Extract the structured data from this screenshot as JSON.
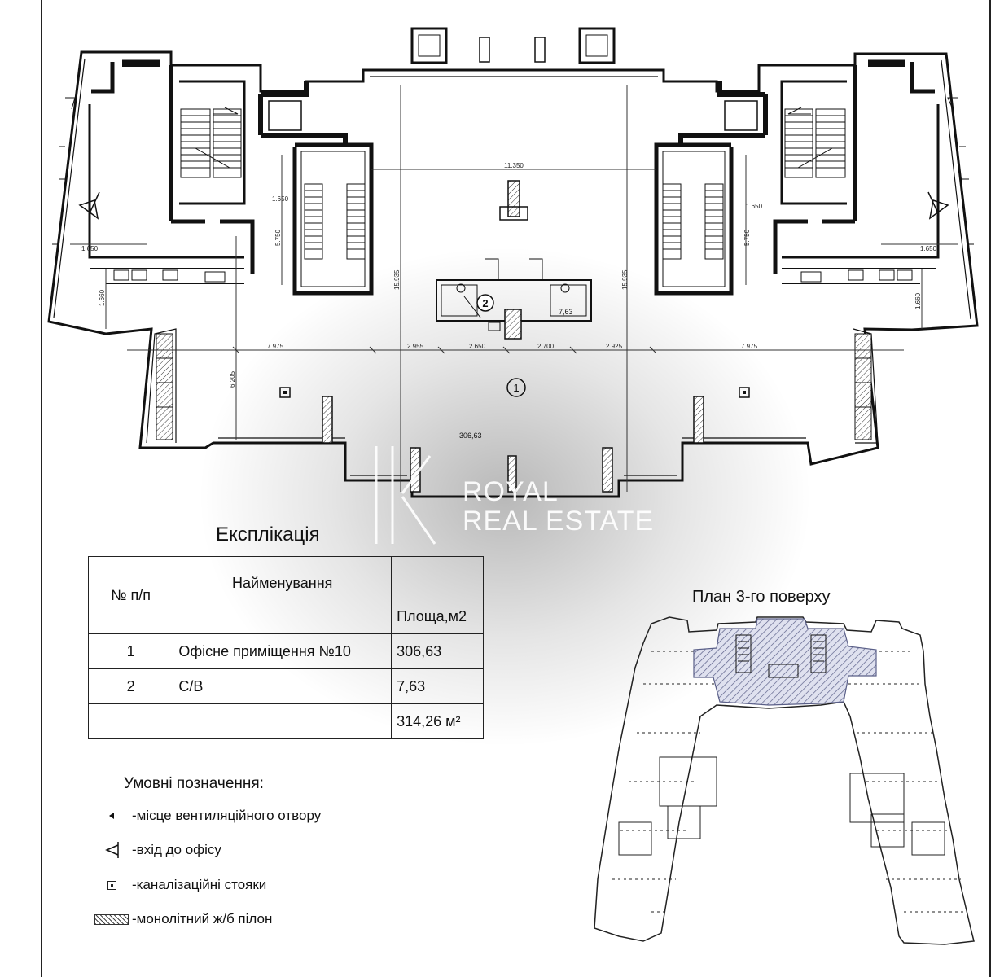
{
  "floor_plan": {
    "dimensions": {
      "top_width": "11.350",
      "left_1650_a": "1.650",
      "right_1650_a": "1.650",
      "left_1650_b": "1.650",
      "right_1650_b": "1.650",
      "left_1660": "1.660",
      "right_1660": "1.660",
      "left_5750": "5.750",
      "right_5750": "5.750",
      "left_15935": "15.935",
      "right_15935": "15.935",
      "left_6205": "6.205",
      "row_7975_left": "7.975",
      "row_2955": "2.955",
      "row_2650": "2.650",
      "row_2700": "2.700",
      "row_2925": "2.925",
      "row_7975_right": "7.975"
    },
    "room_labels": {
      "room_1": "1",
      "room_2": "2"
    },
    "area_labels": {
      "main_area": "306,63",
      "wc_area": "7,63"
    }
  },
  "watermark": {
    "line1": "ROYAL",
    "line2": "REAL ESTATE"
  },
  "explication": {
    "title": "Експлікація",
    "headers": {
      "num": "№ п/п",
      "name": "Найменування",
      "area": "Площа,м2"
    },
    "rows": [
      {
        "num": "1",
        "name": "Офісне приміщення №10",
        "area": "306,63"
      },
      {
        "num": "2",
        "name": "С/В",
        "area": "7,63"
      }
    ],
    "total": {
      "num": "",
      "name": "",
      "area": "314,26 м²"
    }
  },
  "legend": {
    "title": "Умовні позначення:",
    "items": [
      {
        "icon": "ventilation-marker-icon",
        "label": "-місце вентиляційного отвору"
      },
      {
        "icon": "office-entrance-icon",
        "label": "-вхід до офісу"
      },
      {
        "icon": "sewer-riser-icon",
        "label": "-каналізаційні стояки"
      },
      {
        "icon": "hatched-pylon-icon",
        "label": "-монолітний ж/б пілон"
      }
    ]
  },
  "key_plan": {
    "title": "План 3-го поверху"
  },
  "colors": {
    "line": "#111111",
    "hatch": "#5a5f88",
    "background": "#ffffff"
  }
}
